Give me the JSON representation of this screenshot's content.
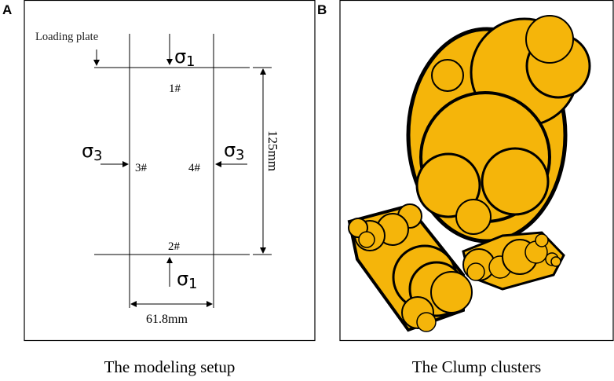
{
  "panel_a": {
    "letter": "A",
    "loading_plate_label": "Loading plate",
    "sigma1_top": "σ",
    "sigma1_top_sub": "1",
    "sigma1_bottom": "σ",
    "sigma1_bottom_sub": "1",
    "sigma3_left": "σ",
    "sigma3_left_sub": "3",
    "sigma3_right": "σ",
    "sigma3_right_sub": "3",
    "gauge_1": "1#",
    "gauge_2": "2#",
    "gauge_3": "3#",
    "gauge_4": "4#",
    "height_dim": "125mm",
    "width_dim": "61.8mm",
    "caption": "The modeling setup"
  },
  "panel_b": {
    "letter": "B",
    "caption": "The Clump clusters",
    "fill_color": "#F5B50A",
    "outline_color": "#000000"
  }
}
